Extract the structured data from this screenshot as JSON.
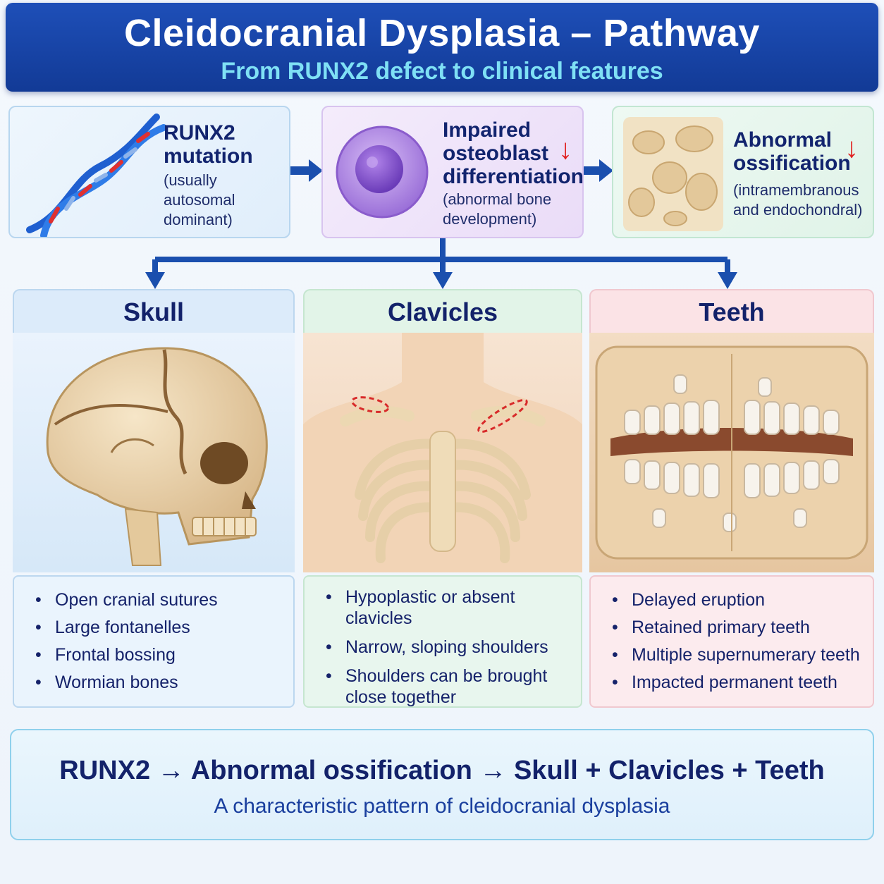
{
  "header": {
    "title": "Cleidocranial Dysplasia – Pathway",
    "subtitle": "From RUNX2 defect to clinical features"
  },
  "steps": [
    {
      "title_line1": "RUNX2",
      "title_line2": "mutation",
      "sub_line1": "(usually autosomal",
      "sub_line2": "dominant)"
    },
    {
      "title_line1": "Impaired",
      "title_line2": "osteoblast",
      "title_line3": "differentiation",
      "sub_line1": "(abnormal bone",
      "sub_line2": "development)"
    },
    {
      "title_line1": "Abnormal",
      "title_line2": "ossification",
      "sub_line1": "(intramembranous",
      "sub_line2": "and endochondral)"
    }
  ],
  "columns": [
    {
      "heading": "Skull",
      "bullets": [
        "Open cranial sutures",
        "Large fontanelles",
        "Frontal bossing",
        "Wormian bones"
      ]
    },
    {
      "heading": "Clavicles",
      "bullets": [
        "Hypoplastic or absent clavicles",
        "Narrow, sloping shoulders",
        "Shoulders can be brought"
      ],
      "bullet3_line2": "close together"
    },
    {
      "heading": "Teeth",
      "bullets": [
        "Delayed eruption",
        "Retained primary teeth",
        "Multiple supernumerary teeth",
        "Impacted permanent teeth"
      ]
    }
  ],
  "summary": {
    "main": "RUNX2 → Abnormal ossification → Skull + Clavicles + Teeth",
    "sub": "A characteristic pattern of cleidocranial dysplasia"
  },
  "colors": {
    "header_bg": "#1a45a8",
    "subtitle": "#7fe0f5",
    "arrow_blue": "#1a4fae",
    "down_red": "#e02020",
    "skull_head": "#dcebfa",
    "clavicle_head": "#e2f4e8",
    "teeth_head": "#fbe3e6"
  }
}
